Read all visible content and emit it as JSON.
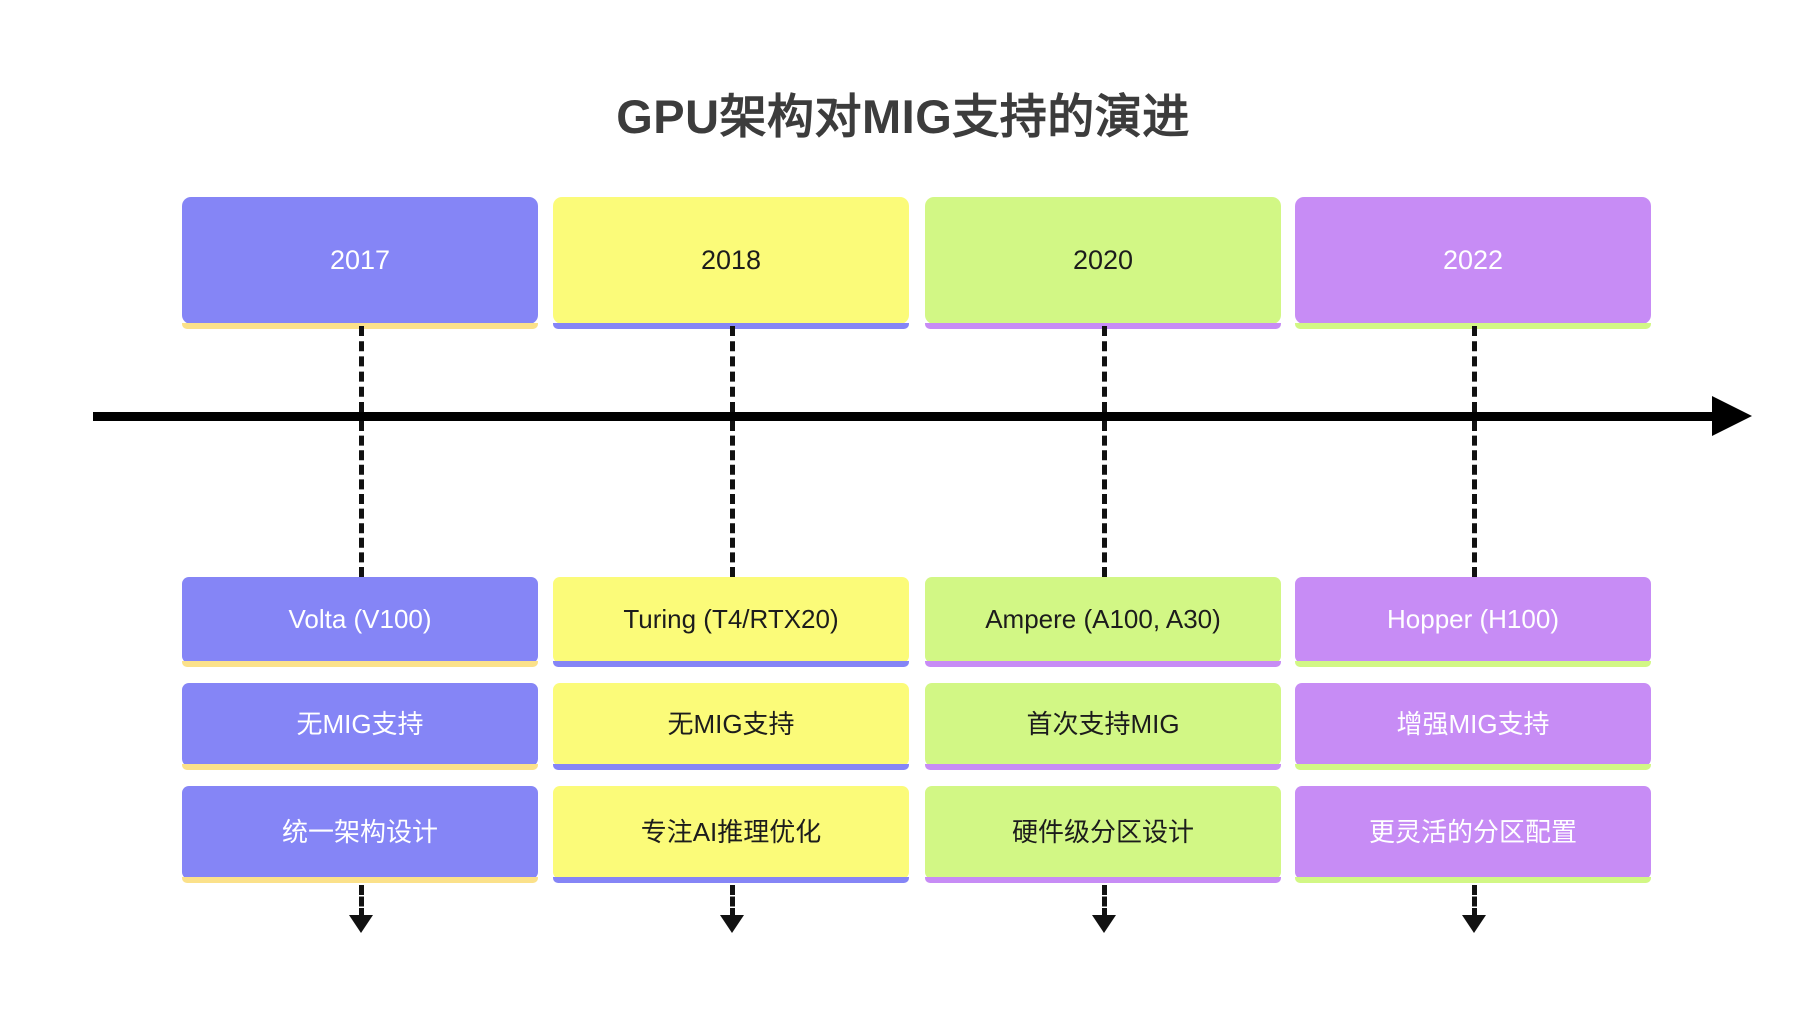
{
  "title": "GPU架构对MIG支持的演进",
  "colors": {
    "purple_blue": "#8585f6",
    "yellow": "#fbfb79",
    "green": "#d2f785",
    "violet": "#c78cf5",
    "axis": "#000000",
    "dash": "#111111",
    "title_color": "#3c3c3c",
    "background": "#ffffff",
    "text_light": "#ffffff",
    "text_dark": "#1c1c1c"
  },
  "timeline": {
    "axis_label": "time-axis",
    "arrow_direction": "right"
  },
  "chart_data": {
    "type": "timeline",
    "title": "GPU架构对MIG支持的演进",
    "categories": [
      "2017",
      "2018",
      "2020",
      "2022"
    ],
    "series": [
      {
        "name": "architecture",
        "values": [
          "Volta (V100)",
          "Turing (T4/RTX20)",
          "Ampere (A100, A30)",
          "Hopper (H100)"
        ]
      },
      {
        "name": "mig_support",
        "values": [
          "无MIG支持",
          "无MIG支持",
          "首次支持MIG",
          "增强MIG支持"
        ]
      },
      {
        "name": "design_note",
        "values": [
          "统一架构设计",
          "专注AI推理优化",
          "硬件级分区设计",
          "更灵活的分区配置"
        ]
      }
    ]
  },
  "columns": [
    {
      "year": "2017",
      "architecture": "Volta (V100)",
      "mig_support": "无MIG支持",
      "design_note": "统一架构设计",
      "fill": "#8585f6",
      "strip": "#fbe18a",
      "text_tone": "light"
    },
    {
      "year": "2018",
      "architecture": "Turing (T4/RTX20)",
      "mig_support": "无MIG支持",
      "design_note": "专注AI推理优化",
      "fill": "#fbfb79",
      "strip": "#8585f6",
      "text_tone": "dark"
    },
    {
      "year": "2020",
      "architecture": "Ampere (A100, A30)",
      "mig_support": "首次支持MIG",
      "design_note": "硬件级分区设计",
      "fill": "#d2f785",
      "strip": "#c78cf5",
      "text_tone": "dark"
    },
    {
      "year": "2022",
      "architecture": "Hopper (H100)",
      "mig_support": "增强MIG支持",
      "design_note": "更灵活的分区配置",
      "fill": "#c78cf5",
      "strip": "#d2f785",
      "text_tone": "light"
    }
  ]
}
